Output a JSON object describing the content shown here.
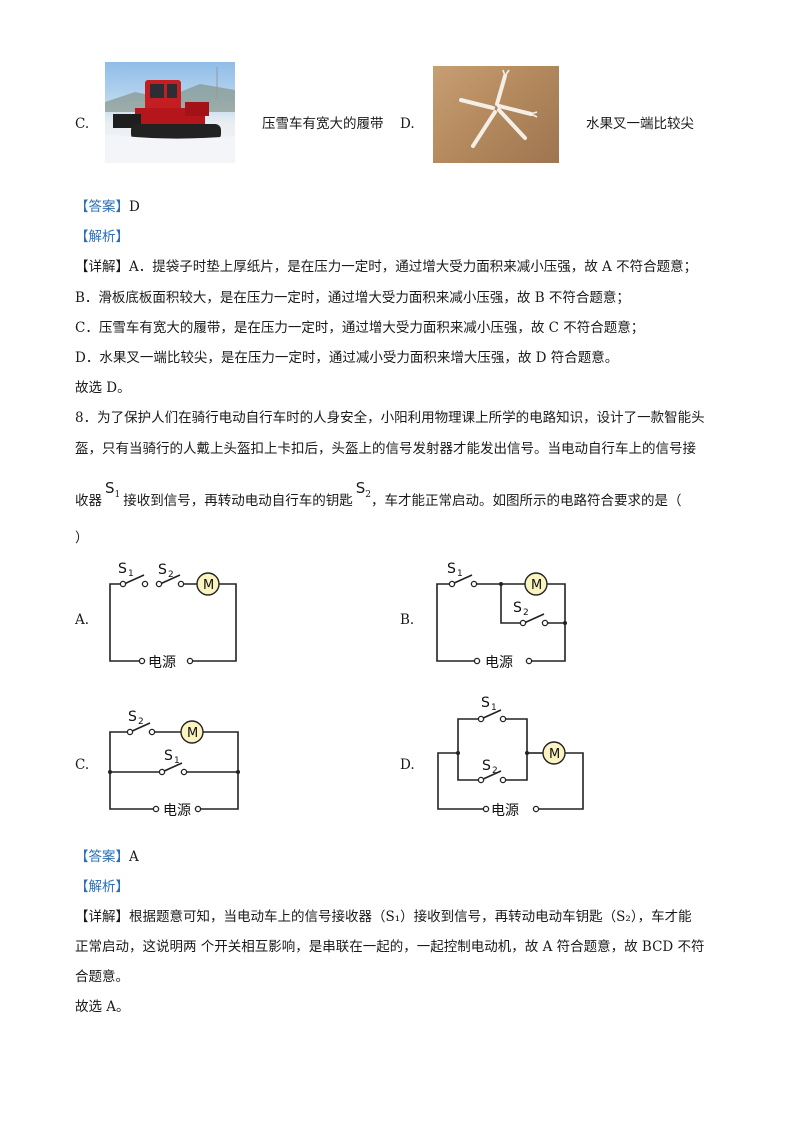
{
  "option_c_img": {
    "letter": "C.",
    "caption": "压雪车有宽大的履带"
  },
  "option_d_img": {
    "letter": "D.",
    "caption": "水果叉一端比较尖"
  },
  "q7": {
    "answer_tag": "【答案】",
    "answer": "D",
    "analysis_tag": "【解析】",
    "detail_tag": "【详解】",
    "lines": [
      "A．提袋子时垫上厚纸片，是在压力一定时，通过增大受力面积来减小压强，故 A 不符合题意；",
      "B．滑板底板面积较大，是在压力一定时，通过增大受力面积来减小压强，故 B 不符合题意；",
      "C．压雪车有宽大的履带，是在压力一定时，通过增大受力面积来减小压强，故 C 不符合题意；",
      "D．水果叉一端比较尖，是在压力一定时，通过减小受力面积来增大压强，故 D 符合题意。"
    ],
    "conclusion": "故选 D。"
  },
  "q8": {
    "line1": "8．为了保护人们在骑行电动自行车时的人身安全，小阳利用物理课上所学的电路知识，设计了一款智能头",
    "line2": "盔，只有当骑行的人戴上头盔扣上卡扣后，头盔上的信号发射器才能发出信号。当电动自行车上的信号接",
    "line3_a": "收器",
    "s1_sym": "S",
    "s1_sub": "1",
    "line3_b": "接收到信号，再转动电动自行车的钥匙",
    "s2_sym": "S",
    "s2_sub": "2",
    "line3_c": "，车才能正常启动。如图所示的电路符合要求的是（",
    "line4": "）",
    "options": [
      "A.",
      "B.",
      "C.",
      "D."
    ],
    "circuit": {
      "s1": "S",
      "s1_sub": "1",
      "s2": "S",
      "s2_sub": "2",
      "motor": "M",
      "source": "电源"
    },
    "answer_tag": "【答案】",
    "answer": "A",
    "analysis_tag": "【解析】",
    "detail_tag": "【详解】",
    "detail1": "根据题意可知，当电动车上的信号接收器（S₁）接收到信号，再转动电动车钥匙（S₂），车才能",
    "detail2": "正常启动，这说明两 个开关相互影响，是串联在一起的，一起控制电动机，故 A 符合题意，故 BCD 不符",
    "detail3": "合题意。",
    "conclusion": "故选 A。"
  }
}
